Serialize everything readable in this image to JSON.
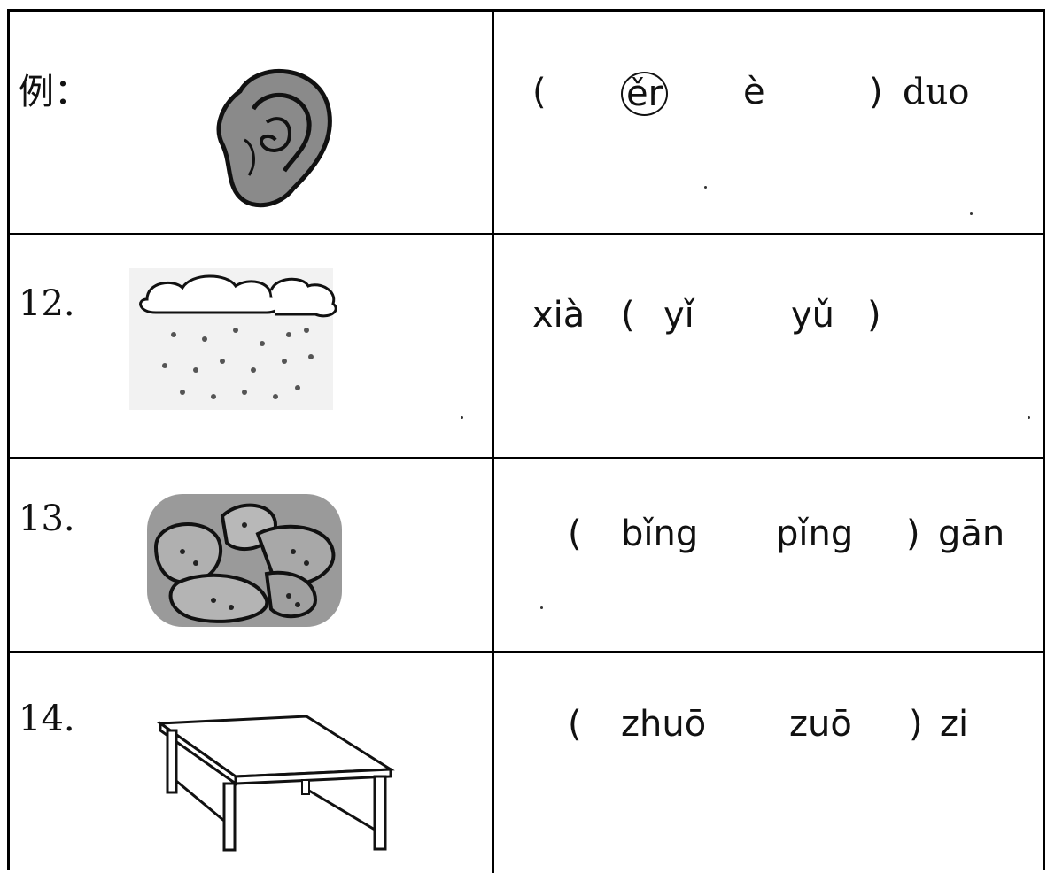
{
  "rows": [
    {
      "label": "例：",
      "picture": "ear-picture",
      "tokens": [
        "(",
        "ěr",
        "è",
        ")",
        "duo"
      ]
    },
    {
      "label": "12.",
      "picture": "rain-cloud-picture",
      "tokens": [
        "xià",
        "(",
        "yǐ",
        "yǔ",
        ")"
      ]
    },
    {
      "label": "13.",
      "picture": "biscuits-picture",
      "tokens": [
        "(",
        "bǐng",
        "pǐng",
        ")",
        "gān"
      ]
    },
    {
      "label": "14.",
      "picture": "table-picture",
      "tokens": [
        "(",
        "zhuō",
        "zuō",
        ")",
        "zi"
      ]
    }
  ]
}
